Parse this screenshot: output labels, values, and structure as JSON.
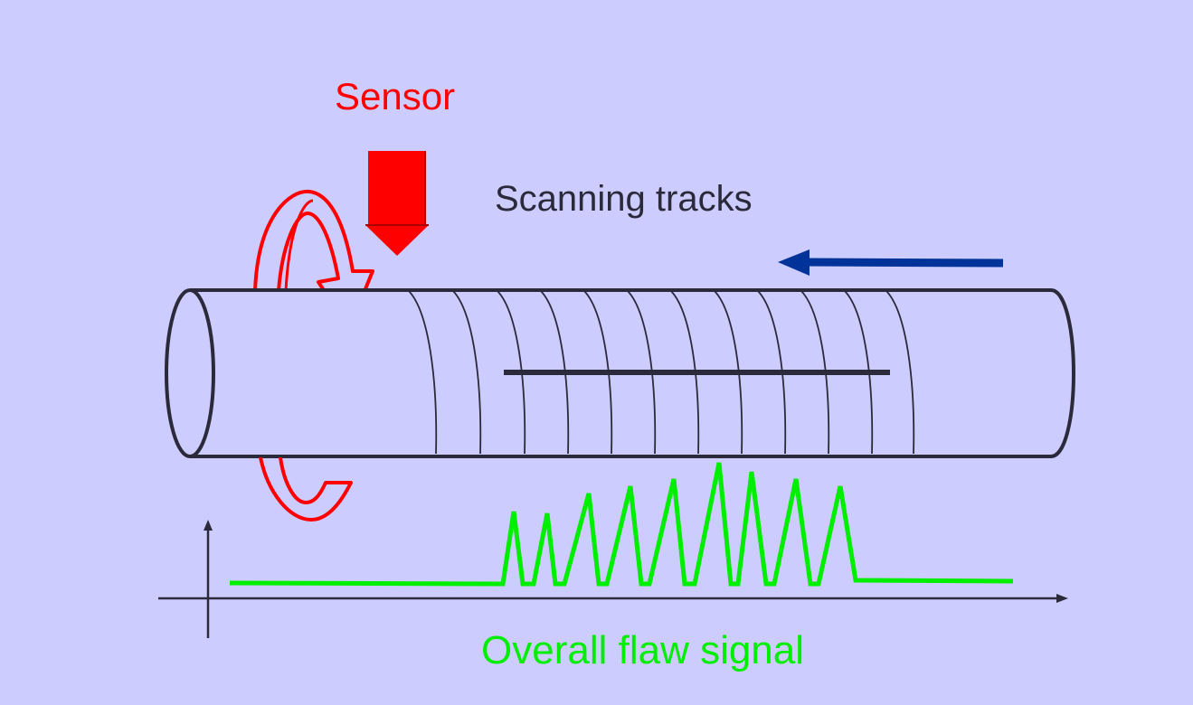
{
  "labels": {
    "sensor": "Sensor",
    "scanning_tracks": "Scanning tracks",
    "overall_flaw_signal": "Overall flaw signal"
  },
  "colors": {
    "background": "#ccccff",
    "sensor": "#ff0000",
    "rotation_arrow": "#ff0000",
    "feed_arrow": "#003399",
    "pipe_outline": "#2a2a3a",
    "flaw": "#2a2a3a",
    "signal": "#00ee00",
    "axes": "#2a2a3a"
  },
  "icons": {
    "sensor": "down-arrow-probe",
    "rotation": "circular-rotation-arrow",
    "feed_direction": "left-arrow"
  }
}
